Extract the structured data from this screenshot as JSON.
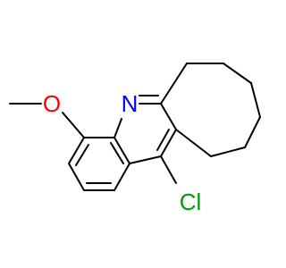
{
  "molecule": {
    "atoms": {
      "oxygen": "O",
      "nitrogen": "N",
      "chlorine": "Cl"
    },
    "colors": {
      "oxygen": "#ff0000",
      "nitrogen": "#0000ff",
      "chlorine": "#00a000",
      "bond": "#000000"
    }
  }
}
